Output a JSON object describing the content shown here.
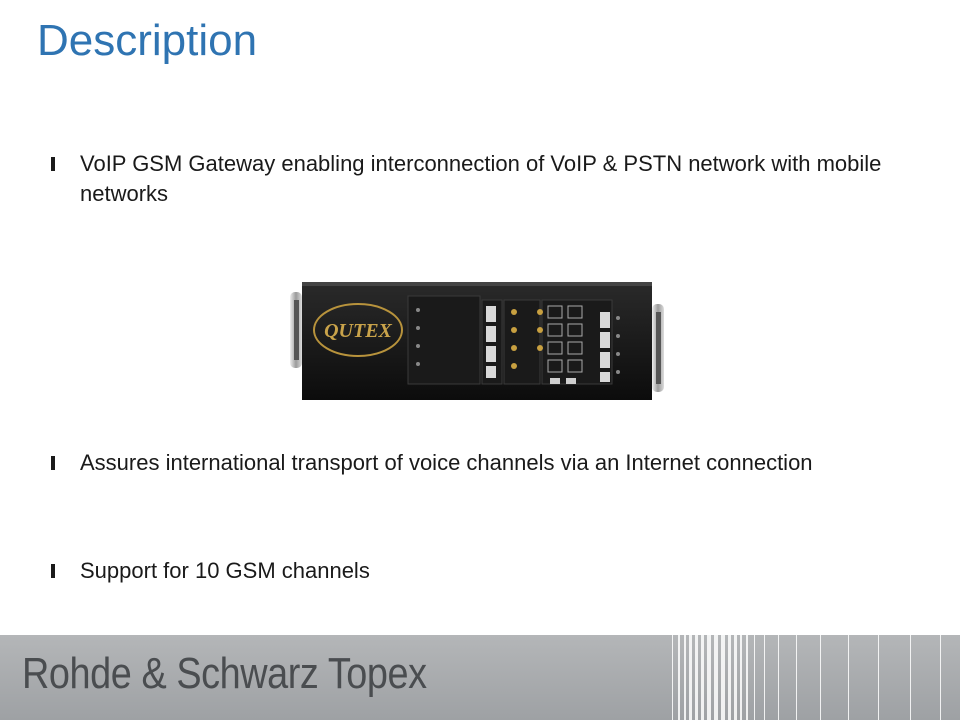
{
  "slide": {
    "title": "Description",
    "bullets": [
      "VoIP GSM Gateway enabling interconnection of VoIP & PSTN network with mobile networks",
      "Assures international transport of voice channels via an Internet connection",
      "Support for 10 GSM channels"
    ]
  },
  "device": {
    "logo_text": "QUTEX"
  },
  "footer": {
    "brand": "Rohde & Schwarz Topex"
  },
  "colors": {
    "title": "#2f74b2",
    "footer_bg": "#a9acaf",
    "brand_text": "#4a4d50"
  }
}
